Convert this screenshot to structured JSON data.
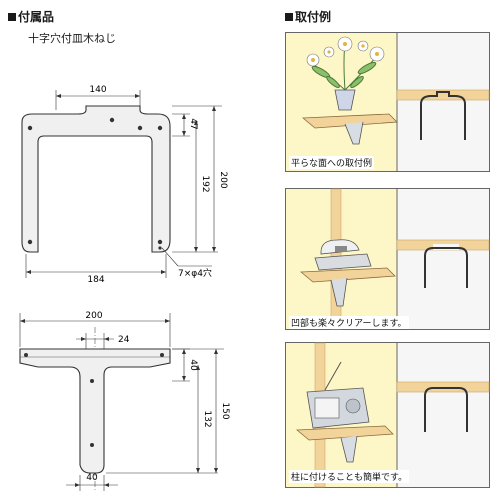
{
  "left": {
    "heading": "付属品",
    "subnote": "十字穴付皿木ねじ",
    "top_drawing": {
      "dim_width_top": "140",
      "dim_tab_height": "47",
      "dim_inner_height": "192",
      "dim_total_height": "200",
      "dim_bottom_width": "184",
      "hole_note": "7×φ4穴"
    },
    "bottom_drawing": {
      "dim_width": "200",
      "dim_stem_width": "24",
      "dim_flange": "40",
      "dim_height_inner": "132",
      "dim_height_total": "150",
      "dim_bottom_width": "40"
    }
  },
  "right": {
    "heading": "取付例",
    "examples": [
      {
        "caption": "平らな面への取付例"
      },
      {
        "caption": "凹部も楽々クリアーします。"
      },
      {
        "caption": "柱に付けることも簡単です。"
      }
    ]
  },
  "colors": {
    "panel_bg": "#fdf7c7",
    "wood": "#f2d49a",
    "wall_right": "#f6f6f6",
    "metal": "#d8dde4"
  }
}
